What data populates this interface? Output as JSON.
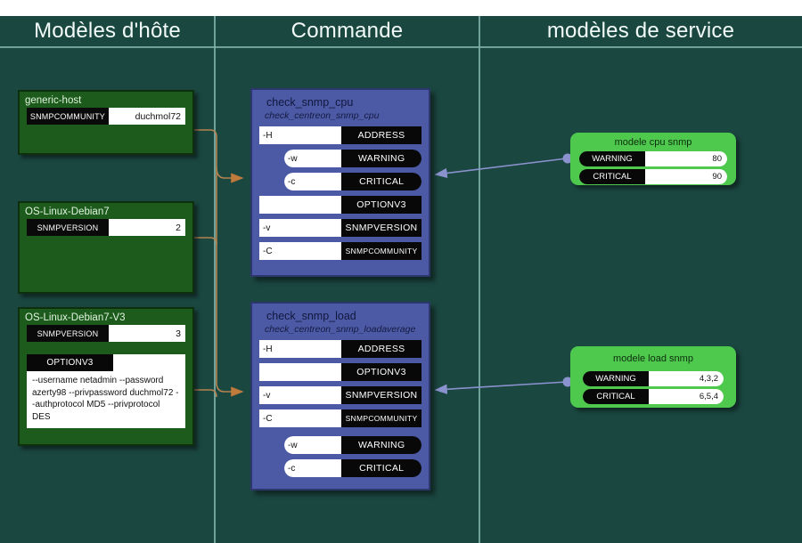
{
  "columns": [
    {
      "id": "host-templates",
      "label": "Modèles d'hôte"
    },
    {
      "id": "command",
      "label": "Commande"
    },
    {
      "id": "service-templates",
      "label": "modèles de service"
    }
  ],
  "colors": {
    "background": "#1b4741",
    "divider": "#7fb3ab",
    "host_node": "#1d5b1c",
    "command_node": "#4c5aa5",
    "service_node": "#4ec94e",
    "host_link": "#b3844f",
    "service_link": "#8b93cf",
    "macro_key": "#080808",
    "macro_value": "#ffffff"
  },
  "host_templates": [
    {
      "name": "generic-host",
      "macros": [
        {
          "key": "SNMPCOMMUNITY",
          "value": "duchmol72"
        }
      ]
    },
    {
      "name": "OS-Linux-Debian7",
      "macros": [
        {
          "key": "SNMPVERSION",
          "value": "2"
        }
      ]
    },
    {
      "name": "OS-Linux-Debian7-V3",
      "macros": [
        {
          "key": "SNMPVERSION",
          "value": "3"
        }
      ],
      "option_block": {
        "key": "OPTIONV3",
        "value": "--username netadmin --password azerty98 --privpassword duchmol72 --authprotocol MD5 --privprotocol DES"
      }
    }
  ],
  "commands": [
    {
      "name": "check_snmp_cpu",
      "plugin": "check_centreon_snmp_cpu",
      "args": [
        {
          "flag": "-H",
          "macro": "ADDRESS",
          "style": "bar"
        },
        {
          "flag": "-w",
          "macro": "WARNING",
          "style": "pill"
        },
        {
          "flag": "-c",
          "macro": "CRITICAL",
          "style": "pill"
        },
        {
          "flag": "",
          "macro": "OPTIONV3",
          "style": "bar"
        },
        {
          "flag": "-v",
          "macro": "SNMPVERSION",
          "style": "bar"
        },
        {
          "flag": "-C",
          "macro": "SNMPCOMMUNITY",
          "style": "bar"
        }
      ]
    },
    {
      "name": "check_snmp_load",
      "plugin": "check_centreon_snmp_loadaverage",
      "args": [
        {
          "flag": "-H",
          "macro": "ADDRESS",
          "style": "bar"
        },
        {
          "flag": "",
          "macro": "OPTIONV3",
          "style": "bar"
        },
        {
          "flag": "-v",
          "macro": "SNMPVERSION",
          "style": "bar"
        },
        {
          "flag": "-C",
          "macro": "SNMPCOMMUNITY",
          "style": "bar"
        },
        {
          "flag": "-w",
          "macro": "WARNING",
          "style": "pill"
        },
        {
          "flag": "-c",
          "macro": "CRITICAL",
          "style": "pill"
        }
      ]
    }
  ],
  "service_templates": [
    {
      "name": "modele cpu snmp",
      "macros": [
        {
          "key": "WARNING",
          "value": "80"
        },
        {
          "key": "CRITICAL",
          "value": "90"
        }
      ]
    },
    {
      "name": "modele load snmp",
      "macros": [
        {
          "key": "WARNING",
          "value": "4,3,2"
        },
        {
          "key": "CRITICAL",
          "value": "6,5,4"
        }
      ]
    }
  ]
}
